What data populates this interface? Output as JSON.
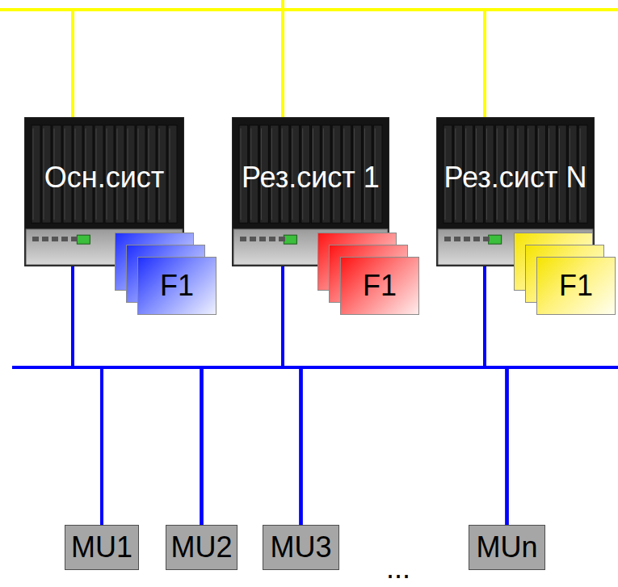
{
  "diagram": {
    "nodes": [
      {
        "text": [
          "Осн.сист"
        ]
      },
      {
        "text": [
          "F1"
        ]
      },
      {
        "text": [
          "Рез.сист 1"
        ]
      },
      {
        "text": [
          "F1"
        ]
      },
      {
        "text": [
          "Рез.сист N"
        ]
      },
      {
        "text": [
          "F1"
        ]
      },
      {
        "text": [
          "MU1"
        ]
      },
      {
        "text": [
          "MU2"
        ]
      },
      {
        "text": [
          "MU3"
        ]
      },
      {
        "text": [
          "MUn"
        ]
      }
    ],
    "edges": [
      {
        "from": 0,
        "to": 2,
        "arrow": "none"
      },
      {
        "from": 2,
        "to": 4,
        "arrow": "none"
      },
      {
        "from": 0,
        "to": 4,
        "arrow": "none"
      },
      {
        "from": 0,
        "to": 6,
        "arrow": "none"
      },
      {
        "from": 0,
        "to": 7,
        "arrow": "none"
      },
      {
        "from": 0,
        "to": 8,
        "arrow": "none"
      },
      {
        "from": 0,
        "to": 9,
        "arrow": "none"
      },
      {
        "from": 2,
        "to": 6,
        "arrow": "none"
      },
      {
        "from": 2,
        "to": 7,
        "arrow": "none"
      },
      {
        "from": 2,
        "to": 8,
        "arrow": "none"
      },
      {
        "from": 2,
        "to": 9,
        "arrow": "none"
      },
      {
        "from": 4,
        "to": 6,
        "arrow": "none"
      },
      {
        "from": 4,
        "to": 7,
        "arrow": "none"
      },
      {
        "from": 4,
        "to": 8,
        "arrow": "none"
      },
      {
        "from": 4,
        "to": 9,
        "arrow": "none"
      }
    ],
    "labels": [
      "..."
    ]
  }
}
